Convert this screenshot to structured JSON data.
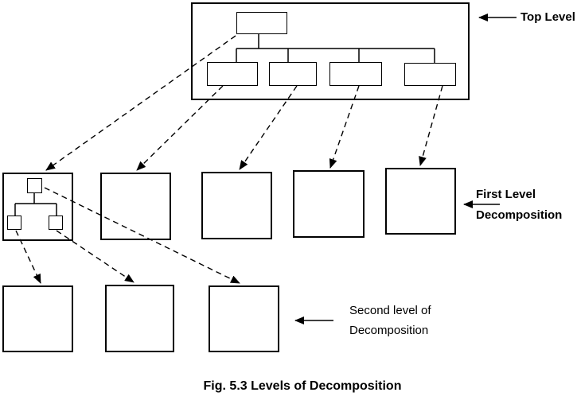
{
  "figure": {
    "caption": "Fig. 5.3 Levels of Decomposition",
    "labels": {
      "top_level": "Top Level",
      "first_level_line1": "First Level",
      "first_level_line2": "Decomposition",
      "second_level_line1": "Second level of",
      "second_level_line2": "Decomposition"
    },
    "structure": {
      "top_level": {
        "root_boxes": 1,
        "child_boxes": 4
      },
      "first_level": {
        "boxes": 5,
        "first_box_contains_subtree": true,
        "subtree_child_boxes": 2
      },
      "second_level": {
        "boxes": 3
      }
    },
    "colors": {
      "line": "#000000",
      "text": "#000000",
      "background": "#ffffff"
    }
  }
}
